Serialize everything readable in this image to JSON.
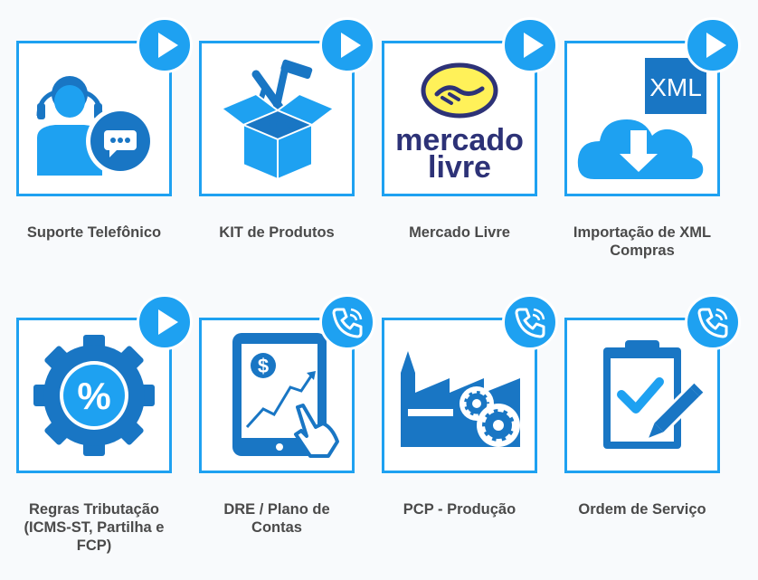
{
  "colors": {
    "accent": "#1ea1f1",
    "icon_blue": "#1976c4",
    "icon_light": "#1ea1f1",
    "text": "#4a4a4a",
    "background": "#f8fafc"
  },
  "cards": [
    {
      "label": "Suporte Telefônico",
      "badge_icon": "play-icon",
      "icon": "support-agent-icon"
    },
    {
      "label": "KIT de Produtos",
      "badge_icon": "play-icon",
      "icon": "tools-box-icon"
    },
    {
      "label": "Mercado Livre",
      "badge_icon": "play-icon",
      "icon": "mercado-livre-logo",
      "logo_line1": "mercado",
      "logo_line2": "livre"
    },
    {
      "label": "Importação de XML\nCompras",
      "badge_icon": "play-icon",
      "icon": "xml-cloud-download-icon",
      "xml_text": "XML"
    },
    {
      "label": "Regras Tributação\n(ICMS-ST, Partilha e\nFCP)",
      "badge_icon": "play-icon",
      "icon": "percent-gear-icon",
      "percent_text": "%"
    },
    {
      "label": "DRE / Plano de\nContas",
      "badge_icon": "phone-icon",
      "icon": "tablet-chart-icon",
      "dollar_text": "$"
    },
    {
      "label": "PCP - Produção",
      "badge_icon": "phone-icon",
      "icon": "factory-gears-icon"
    },
    {
      "label": "Ordem de Serviço",
      "badge_icon": "phone-icon",
      "icon": "clipboard-check-icon"
    }
  ]
}
